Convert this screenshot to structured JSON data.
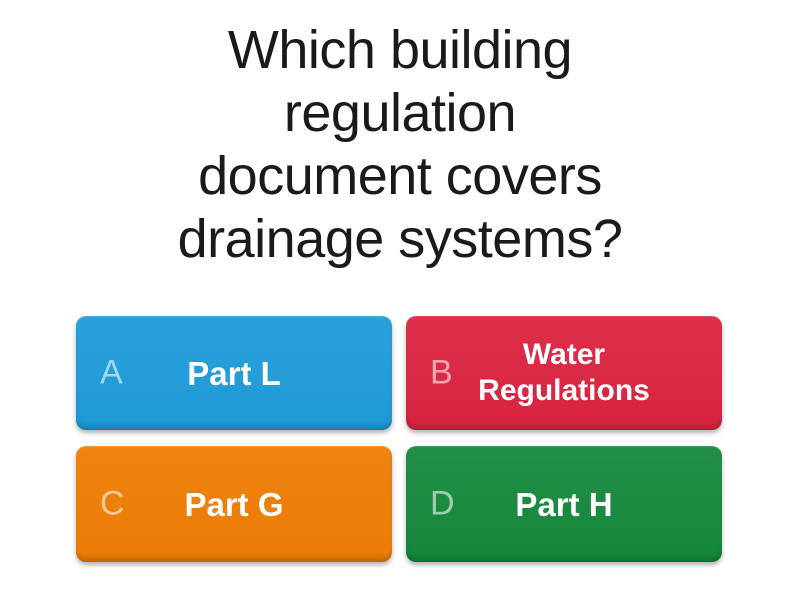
{
  "page": {
    "background_color": "#ffffff"
  },
  "question": {
    "text": "Which building regulation document covers drainage systems?",
    "lines": [
      "Which building",
      "regulation",
      "document covers",
      "drainage systems?"
    ],
    "text_color": "#1a1a1a"
  },
  "answers": {
    "items": [
      {
        "letter": "A",
        "label": "Part L",
        "color": "#1f9cd9"
      },
      {
        "letter": "B",
        "label": "Water Regulations",
        "color": "#db2441"
      },
      {
        "letter": "C",
        "label": "Part G",
        "color": "#ef7d05"
      },
      {
        "letter": "D",
        "label": "Part H",
        "color": "#15893c"
      }
    ],
    "letter_text_color": "rgba(255,255,255,0.58)",
    "label_text_color": "#ffffff"
  }
}
